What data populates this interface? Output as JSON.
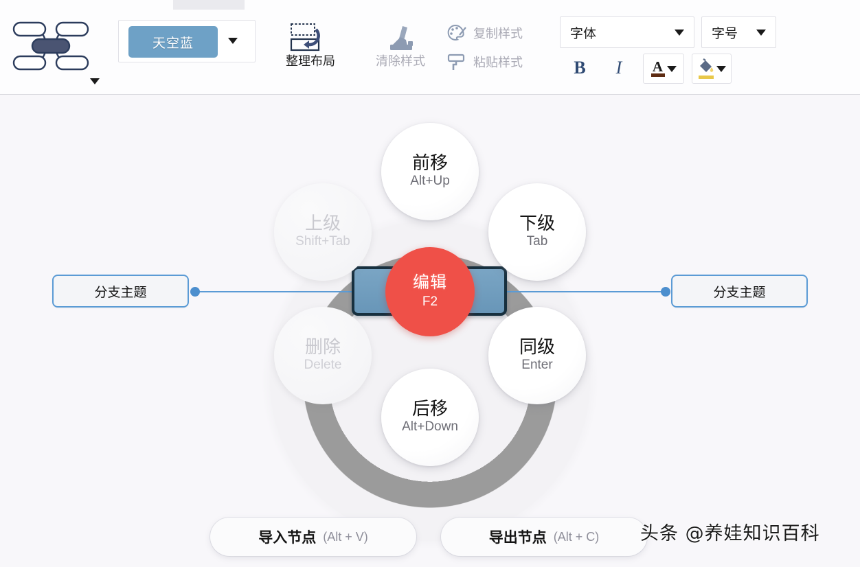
{
  "toolbar": {
    "structure_picker": {
      "name": "structure-picker",
      "icon": "mindmap-structure-icon"
    },
    "theme": {
      "label": "天空蓝",
      "swatch_color": "#6ea1c6"
    },
    "tools": [
      {
        "id": "layout",
        "label": "整理布局",
        "icon": "arrange-layout-icon",
        "state": "enabled"
      },
      {
        "id": "clear-style",
        "label": "清除样式",
        "icon": "brush-icon",
        "state": "disabled"
      }
    ],
    "style_rows": [
      {
        "id": "copy-style",
        "label": "复制样式",
        "icon": "palette-icon",
        "state": "disabled"
      },
      {
        "id": "paste-style",
        "label": "粘贴样式",
        "icon": "paint-roller-icon",
        "state": "disabled"
      }
    ],
    "font_family": {
      "value": "字体"
    },
    "font_size": {
      "value": "字号"
    },
    "bold": {
      "label": "B"
    },
    "italic": {
      "label": "I"
    },
    "text_color": {
      "label": "A",
      "color": "#5d2b12"
    },
    "fill_color": {
      "icon": "paint-bucket-icon",
      "color": "#e8c84a"
    }
  },
  "canvas": {
    "center_node": {
      "fill": "#6896b8",
      "border": "#17303f"
    },
    "hub": {
      "title": "编辑",
      "key": "F2",
      "color": "#ef5048"
    },
    "ring_color": "#9b9b9b",
    "background": "#f8f7fa",
    "branches": [
      {
        "id": "left",
        "label": "分支主题"
      },
      {
        "id": "right",
        "label": "分支主题"
      }
    ],
    "connector_color": "#5b9bd5",
    "satellites": [
      {
        "id": "forward",
        "title": "前移",
        "key": "Alt+Up",
        "state": "active"
      },
      {
        "id": "child",
        "title": "下级",
        "key": "Tab",
        "state": "active"
      },
      {
        "id": "sibling",
        "title": "同级",
        "key": "Enter",
        "state": "active"
      },
      {
        "id": "backward",
        "title": "后移",
        "key": "Alt+Down",
        "state": "active"
      },
      {
        "id": "delete",
        "title": "删除",
        "key": "Delete",
        "state": "disabled"
      },
      {
        "id": "parent",
        "title": "上级",
        "key": "Shift+Tab",
        "state": "disabled"
      }
    ],
    "pills": [
      {
        "id": "import",
        "label": "导入节点",
        "key": "(Alt + V)"
      },
      {
        "id": "export",
        "label": "导出节点",
        "key": "(Alt + C)"
      }
    ]
  },
  "watermark": {
    "text": "头条 @养娃知识百科"
  }
}
